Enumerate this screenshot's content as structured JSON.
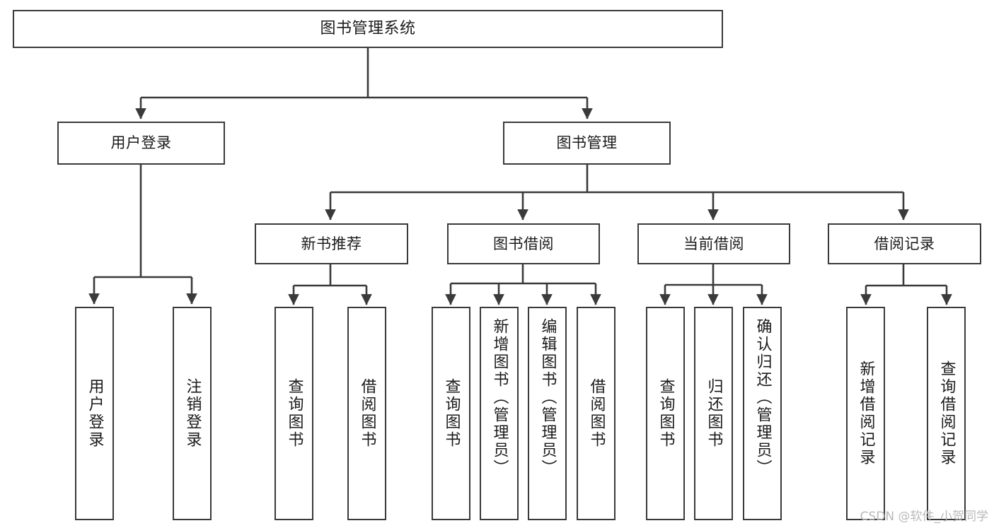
{
  "diagram": {
    "title": "图书管理系统",
    "type": "功能结构图",
    "colors": {
      "stroke": "#3a3a3a",
      "fill": "#ffffff",
      "text": "#1b1b1b",
      "watermark": "#b9b9b9"
    },
    "watermark": "CSDN @软件_小贺同学",
    "nodes": {
      "root": {
        "label": "图书管理系统"
      },
      "level1": [
        {
          "label": "用户登录"
        },
        {
          "label": "图书管理"
        }
      ],
      "level2": [
        {
          "label": "新书推荐"
        },
        {
          "label": "图书借阅"
        },
        {
          "label": "当前借阅"
        },
        {
          "label": "借阅记录"
        }
      ],
      "leaves": {
        "user_login": [
          {
            "label": "用户登录"
          },
          {
            "label": "注销登录"
          }
        ],
        "new_book_recommend": [
          {
            "label": "查询图书"
          },
          {
            "label": "借阅图书"
          }
        ],
        "book_borrow": [
          {
            "label": "查询图书"
          },
          {
            "label": "新增图书（管理员）"
          },
          {
            "label": "编辑图书（管理员）"
          },
          {
            "label": "借阅图书"
          }
        ],
        "current_borrow": [
          {
            "label": "查询图书"
          },
          {
            "label": "归还图书"
          },
          {
            "label": "确认归还（管理员）"
          }
        ],
        "borrow_records": [
          {
            "label": "新增借阅记录"
          },
          {
            "label": "查询借阅记录"
          }
        ]
      }
    }
  }
}
